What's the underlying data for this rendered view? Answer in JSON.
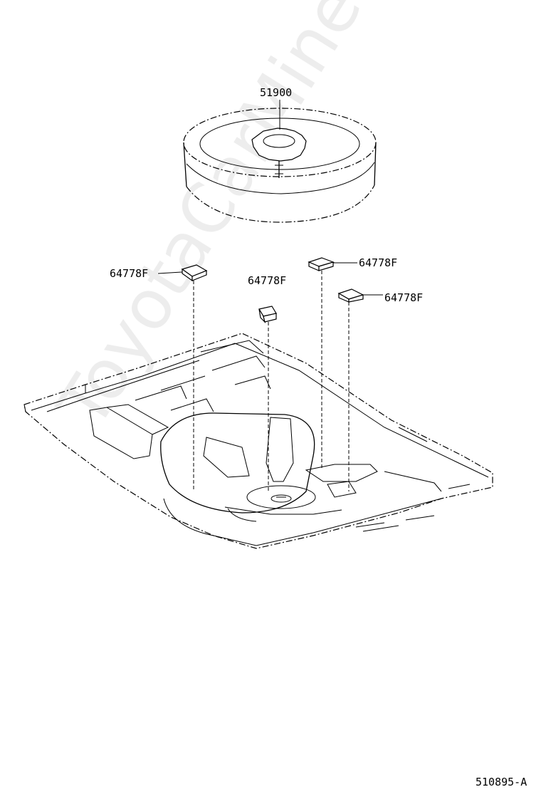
{
  "diagram": {
    "callouts": {
      "spare_wheel": "51900",
      "pad_left": "64778F",
      "pad_center": "64778F",
      "pad_right_upper": "64778F",
      "pad_right_lower": "64778F"
    },
    "drawing_number": "510895-A",
    "watermark": "ToyotaCarMine.ru"
  }
}
